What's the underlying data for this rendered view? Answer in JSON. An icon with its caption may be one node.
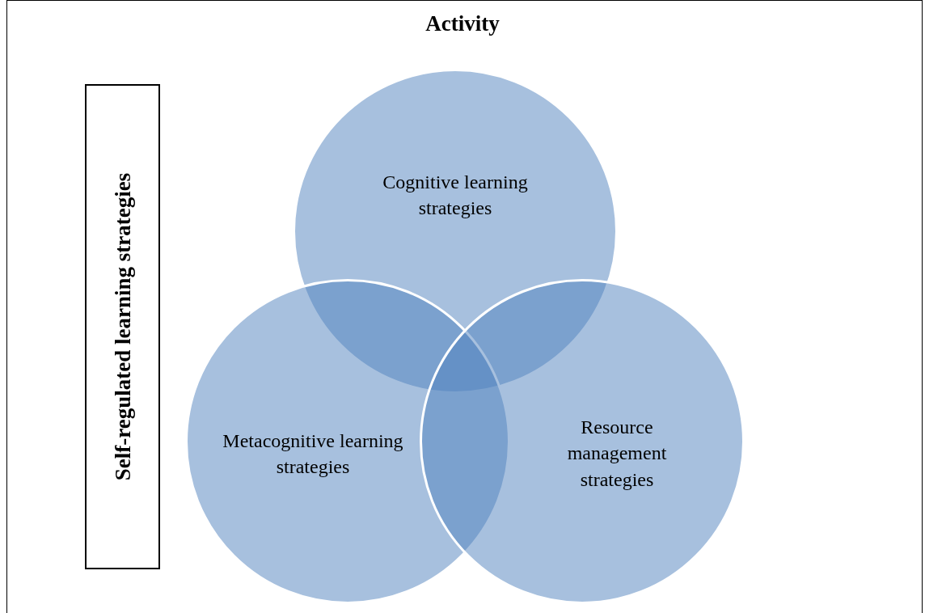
{
  "diagram": {
    "title": "Activity",
    "nodes": [
      {
        "text": [
          "Self-regulated learning strategies"
        ]
      },
      {
        "text": [
          "Cognitive learning strategies"
        ]
      },
      {
        "text": [
          "Metacognitive learning strategies"
        ]
      },
      {
        "text": [
          "Resource management strategies"
        ]
      }
    ]
  }
}
